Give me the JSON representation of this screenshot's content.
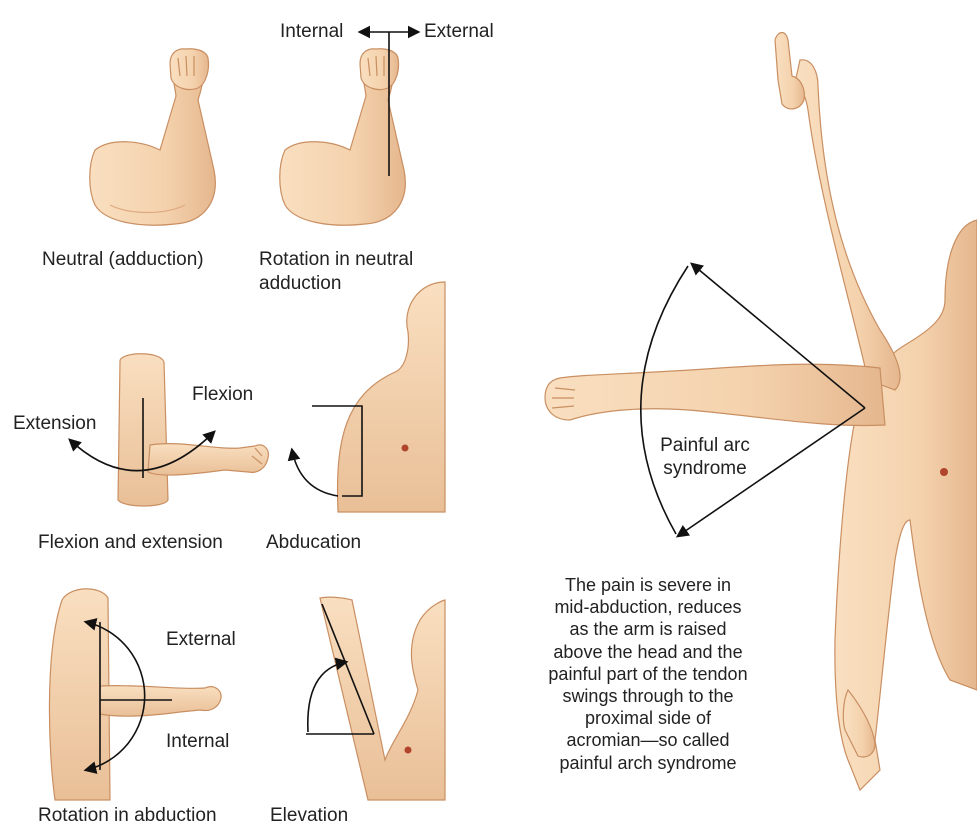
{
  "panels": {
    "neutral": {
      "caption": "Neutral (adduction)"
    },
    "rotation_neutral": {
      "caption_line1": "Rotation in neutral",
      "caption_line2": "adduction",
      "internal": "Internal",
      "external": "External"
    },
    "flexion_extension": {
      "caption": "Flexion and extension",
      "flexion": "Flexion",
      "extension": "Extension"
    },
    "abduction": {
      "caption": "Abducation"
    },
    "rotation_abduction": {
      "caption": "Rotation in abduction",
      "external": "External",
      "internal": "Internal"
    },
    "elevation": {
      "caption": "Elevation"
    }
  },
  "painful_arc": {
    "label_line1": "Painful arc",
    "label_line2": "syndrome",
    "description_lines": [
      "The pain is severe in",
      "mid-abduction, reduces",
      "as the arm is raised",
      "above the head and the",
      "painful part of the tendon",
      "swings through to the",
      "proximal side of",
      "acromian—so called",
      "painful arch syndrome"
    ]
  },
  "colors": {
    "skin": "#f6d7b4",
    "skin_shade": "#e3b287",
    "skin_outline": "#c98f62",
    "line": "#111111",
    "text": "#222222",
    "nipple": "#b0442d"
  }
}
